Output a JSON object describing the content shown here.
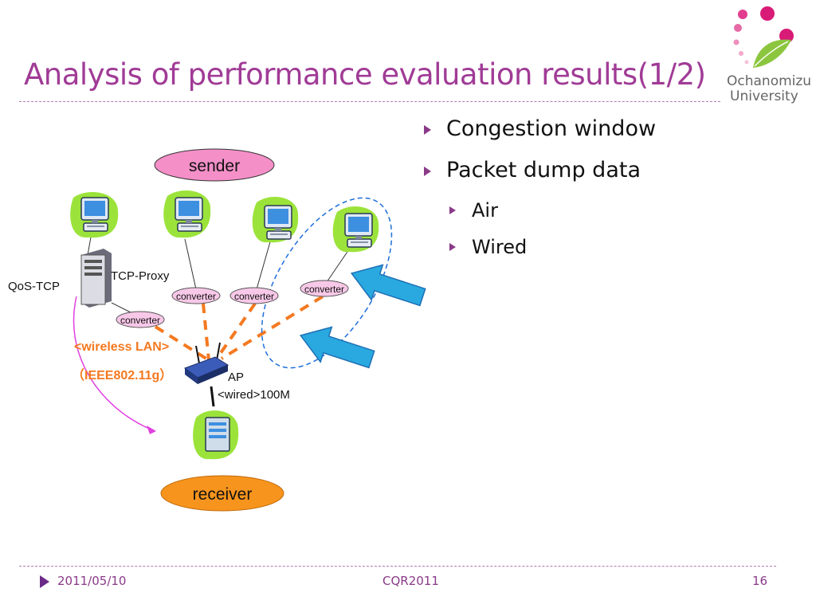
{
  "slide": {
    "title": "Analysis of performance evaluation results(1/2)",
    "logo_line1": "Ochanomizu",
    "logo_line2": "University"
  },
  "bullets": [
    {
      "text": "Congestion window",
      "level": 1
    },
    {
      "text": "Packet dump data",
      "level": 1
    },
    {
      "text": "Air",
      "level": 2
    },
    {
      "text": "Wired",
      "level": 2
    }
  ],
  "diagram": {
    "sender_label": "sender",
    "receiver_label": "receiver",
    "tcp_proxy_label": "TCP-Proxy",
    "qos_tcp_label": "QoS-TCP",
    "converter_label": "converter",
    "wireless_line1": "<wireless LAN>",
    "wireless_line2": "（IEEE802.11g）",
    "ap_label": "AP",
    "wired_label": "<wired>100M"
  },
  "footer": {
    "date": "2011/05/10",
    "event": "CQR2011",
    "page": "16"
  },
  "colors": {
    "title": "#a03b96",
    "sender_fill": "#f48fc8",
    "receiver_fill": "#f7941d",
    "wireless_text": "#f47920",
    "arrow_blue": "#29a9e0",
    "ellipse_blue": "#1e6fd9",
    "qos_curve": "#e040e0",
    "computer_blob": "#9be33a"
  }
}
